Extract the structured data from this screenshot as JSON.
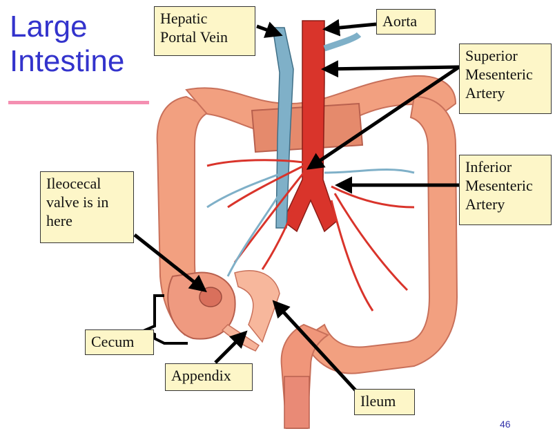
{
  "slide": {
    "title_line1": "Large",
    "title_line2": "Intestine",
    "page_number": "46"
  },
  "labels": {
    "hepatic_portal_vein_line1": "Hepatic",
    "hepatic_portal_vein_line2": "Portal Vein",
    "aorta": "Aorta",
    "superior_mesenteric_line1": "Superior",
    "superior_mesenteric_line2": "Mesenteric",
    "superior_mesenteric_line3": "Artery",
    "inferior_mesenteric_line1": "Inferior",
    "inferior_mesenteric_line2": "Mesenteric",
    "inferior_mesenteric_line3": "Artery",
    "ileocecal_line1": "Ileocecal",
    "ileocecal_line2": "valve is in",
    "ileocecal_line3": "here",
    "cecum": "Cecum",
    "appendix": "Appendix",
    "ileum": "Ileum"
  },
  "colors": {
    "title": "#3333cc",
    "underline": "#f48fb1",
    "label_fill": "#fdf6c8",
    "colon": "#f2a080",
    "artery": "#d9342b",
    "vein": "#7fb0c8"
  }
}
